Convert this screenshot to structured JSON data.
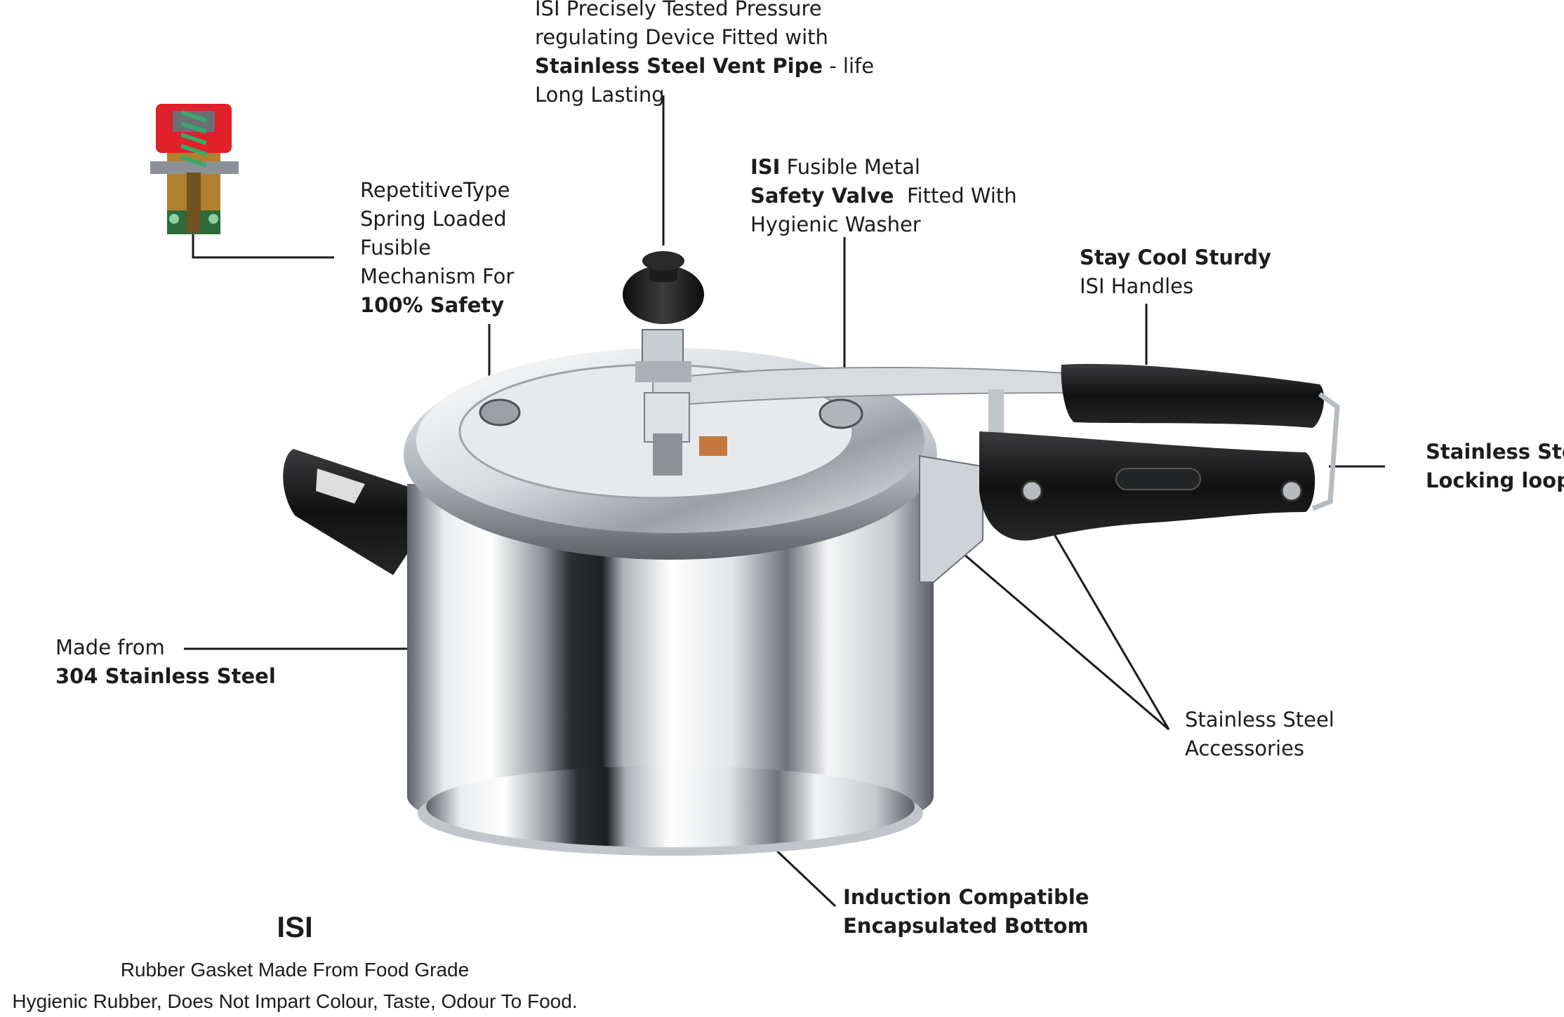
{
  "labels": {
    "pressure_device": {
      "line1": "ISI Precisely Tested Pressure",
      "line2": "regulating Device Fitted with",
      "line3_bold": "Stainless Steel Vent Pipe",
      "line3_rest": " - life",
      "line4": "Long Lasting"
    },
    "spring_mechanism": {
      "line1": "RepetitiveType",
      "line2": "Spring Loaded",
      "line3": "Fusible",
      "line4": "Mechanism For",
      "line5_bold": "100% Safety"
    },
    "safety_valve": {
      "line1_bold": "ISI",
      "line1_rest": " Fusible Metal",
      "line2_bold": "Safety Valve",
      "line2_rest": "  Fitted With",
      "line3": "Hygienic Washer"
    },
    "handles": {
      "line1_bold": "Stay Cool Sturdy",
      "line2": "ISI Handles"
    },
    "locking_loop": {
      "line1_bold": "Stainless Steel",
      "line2_bold": "Locking loop"
    },
    "material": {
      "line1": "Made from",
      "line2_bold": "304 Stainless Steel"
    },
    "accessories": {
      "line1": "Stainless Steel",
      "line2": "Accessories"
    },
    "bottom": {
      "line1_bold": "Induction Compatible",
      "line2_bold": "Encapsulated Bottom"
    },
    "gasket": {
      "title": "ISI",
      "line1": "Rubber Gasket Made From Food Grade",
      "line2": "Hygienic Rubber, Does Not Impart Colour, Taste, Odour To Food."
    }
  },
  "colors": {
    "text": "#1c1c1c",
    "leader_line": "#1a1a1a",
    "steel_light": "#f2f4f6",
    "steel_dark": "#2a2d31",
    "handle_black": "#141414",
    "valve_red": "#e0202a",
    "spring_green": "#3aa86a"
  },
  "icons": {
    "valve_cutaway": "valve-cutaway-icon",
    "cooker": "pressure-cooker-icon"
  }
}
